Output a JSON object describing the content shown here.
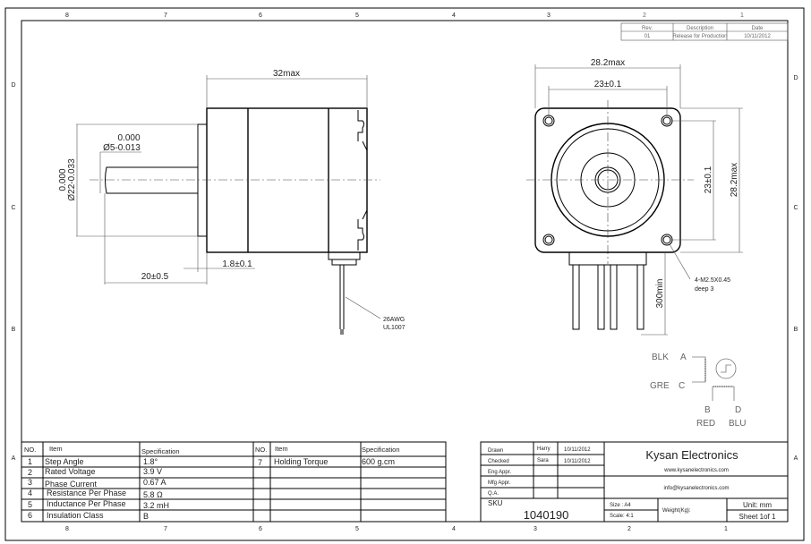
{
  "frame": {
    "columns": [
      "8",
      "7",
      "6",
      "5",
      "4",
      "3",
      "2",
      "1"
    ],
    "rows": [
      "D",
      "C",
      "B",
      "A"
    ]
  },
  "revision": {
    "headers": [
      "Rev.",
      "Description",
      "Date"
    ],
    "row": [
      "01",
      "Release for Production",
      "10/11/2012"
    ]
  },
  "side_view": {
    "length": "32max",
    "shaft_tol_upper": "0.000",
    "shaft_dia": "Ø5-0.013",
    "boss_tol_upper": "0.000",
    "boss_dia": "Ø22-0.033",
    "shaft_length": "20±0.5",
    "boss_height": "1.8±0.1",
    "wire_gauge": "26AWG",
    "wire_standard": "UL1007"
  },
  "front_view": {
    "width": "28.2max",
    "hole_spacing_h": "23±0.1",
    "hole_spacing_v": "23±0.1",
    "height": "28.2max",
    "lead_length": "300min",
    "hole_spec": "4-M2.5X0.45",
    "hole_depth": "deep 3"
  },
  "wiring": {
    "a_color": "BLK",
    "a_label": "A",
    "c_color": "GRE",
    "c_label": "C",
    "b_label": "B",
    "d_label": "D",
    "b_color": "RED",
    "d_color": "BLU"
  },
  "specs": {
    "headers": [
      "NO.",
      "Item",
      "Specification",
      "NO.",
      "Item",
      "Specification"
    ],
    "left": [
      [
        "1",
        "Step Angle",
        "1.8°"
      ],
      [
        "2",
        "Rated Voltage",
        "3.9 V"
      ],
      [
        "3",
        "Phase Current",
        "0.67 A"
      ],
      [
        "4",
        "Resistance Per Phase",
        "5.8 Ω"
      ],
      [
        "5",
        "Inductance Per Phase",
        "3.2 mH"
      ],
      [
        "6",
        "Insulation Class",
        "B"
      ]
    ],
    "right": [
      [
        "7",
        "Holding Torque",
        "600 g.cm"
      ]
    ]
  },
  "title_block": {
    "drawn_label": "Drawn",
    "drawn_by": "Harry",
    "drawn_date": "10/11/2012",
    "checked_label": "Checked",
    "checked_by": "Sara",
    "checked_date": "10/11/2012",
    "eng_label": "Eng Appr.",
    "mfg_label": "Mfg Appr.",
    "qa_label": "Q.A.",
    "sku_label": "SKU",
    "sku": "1040190",
    "company": "Kysan Electronics",
    "website": "www.kysanelectronics.com",
    "email": "info@kysanelectronics.com",
    "size": "Size : A4",
    "scale": "Scale: 4:1",
    "weight": "Weight(Kg):",
    "unit": "Unit: mm",
    "sheet": "Sheet 1of 1"
  }
}
